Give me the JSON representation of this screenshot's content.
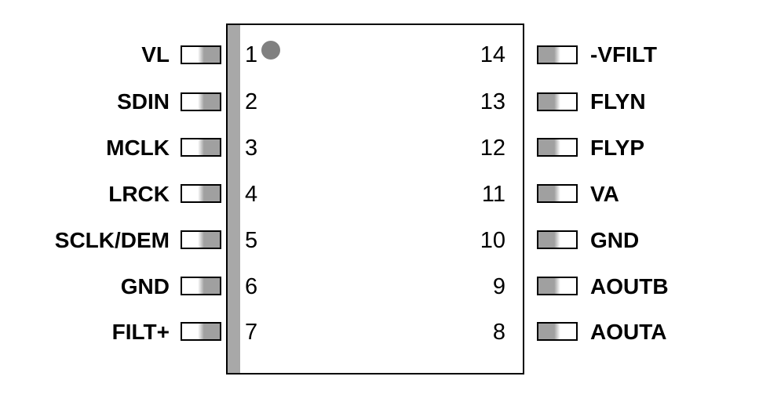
{
  "diagram": {
    "type": "ic-pinout",
    "package_pins": 14,
    "pin1_marker": "dot",
    "colors": {
      "outline": "#000000",
      "body_fill": "#ffffff",
      "bevel": "#a8a8a8",
      "pin_shade": "#a0a0a0",
      "dot": "#808080",
      "text": "#000000"
    },
    "left_pins": [
      {
        "number": "1",
        "label": "VL"
      },
      {
        "number": "2",
        "label": "SDIN"
      },
      {
        "number": "3",
        "label": "MCLK"
      },
      {
        "number": "4",
        "label": "LRCK"
      },
      {
        "number": "5",
        "label": "SCLK/DEM"
      },
      {
        "number": "6",
        "label": "GND"
      },
      {
        "number": "7",
        "label": "FILT+"
      }
    ],
    "right_pins": [
      {
        "number": "14",
        "label": "-VFILT"
      },
      {
        "number": "13",
        "label": "FLYN"
      },
      {
        "number": "12",
        "label": "FLYP"
      },
      {
        "number": "11",
        "label": "VA"
      },
      {
        "number": "10",
        "label": "GND"
      },
      {
        "number": "9",
        "label": "AOUTB"
      },
      {
        "number": "8",
        "label": "AOUTA"
      }
    ]
  }
}
